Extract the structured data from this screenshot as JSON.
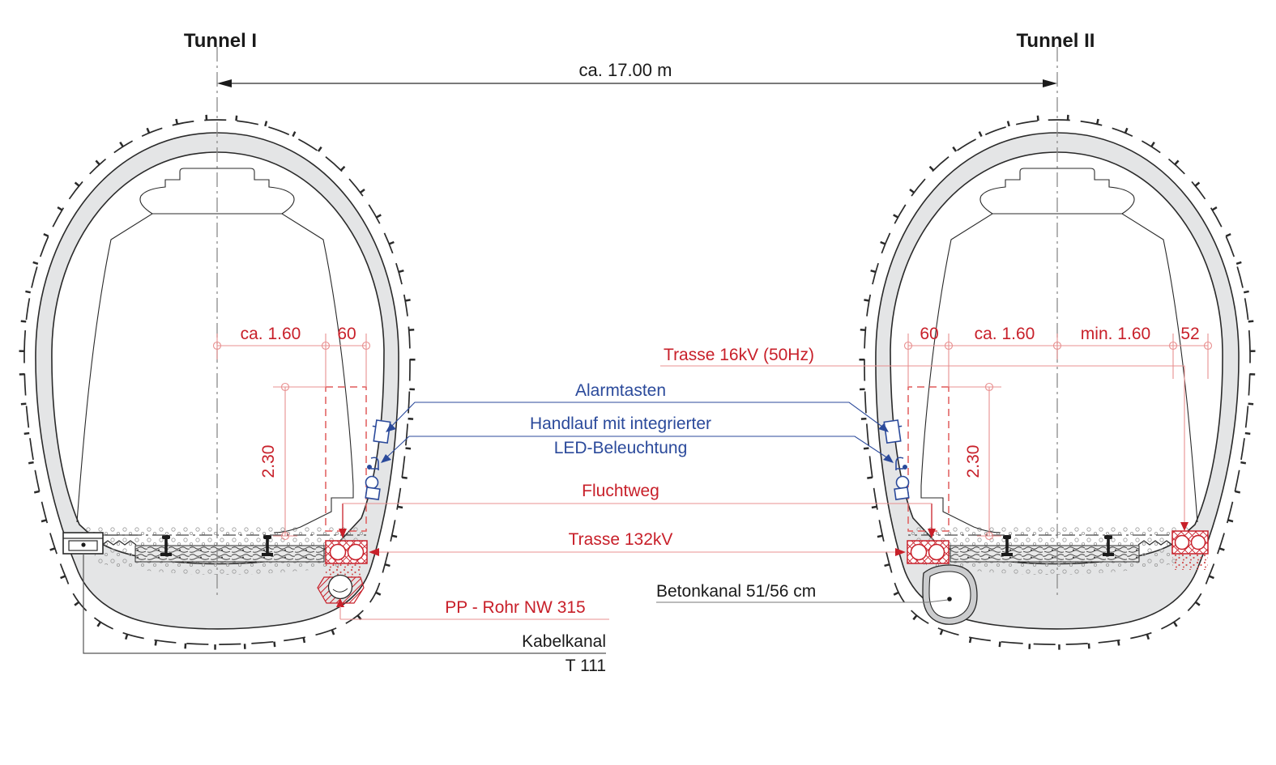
{
  "tunnel1": {
    "title": "Tunnel I",
    "dim_track_center": "ca. 1.60",
    "dim_walkway": "60",
    "dim_height": "2.30"
  },
  "tunnel2": {
    "title": "Tunnel II",
    "dim_walkway": "60",
    "dim_track_center": "ca. 1.60",
    "dim_track_min": "min. 1.60",
    "dim_cable_tray": "52",
    "dim_height": "2.30"
  },
  "dimensions": {
    "tunnel_span": "ca. 17.00 m"
  },
  "labels": {
    "trasse_16kv": "Trasse 16kV (50Hz)",
    "alarmtasten": "Alarmtasten",
    "handlauf_line1": "Handlauf mit integrierter",
    "handlauf_line2": "LED-Beleuchtung",
    "fluchtweg": "Fluchtweg",
    "trasse_132kv": "Trasse 132kV",
    "pp_rohr": "PP - Rohr NW 315",
    "kabelkanal": "Kabelkanal",
    "plan_code": "T 111",
    "betonkanal": "Betonkanal 51/56 cm"
  },
  "colors": {
    "red": "#c8202a",
    "red_light": "#e89090",
    "red_dash": "#e05c5c",
    "blue": "#2b4a9b",
    "gray_fill": "#e4e5e6",
    "ink": "#1a1a1a"
  }
}
